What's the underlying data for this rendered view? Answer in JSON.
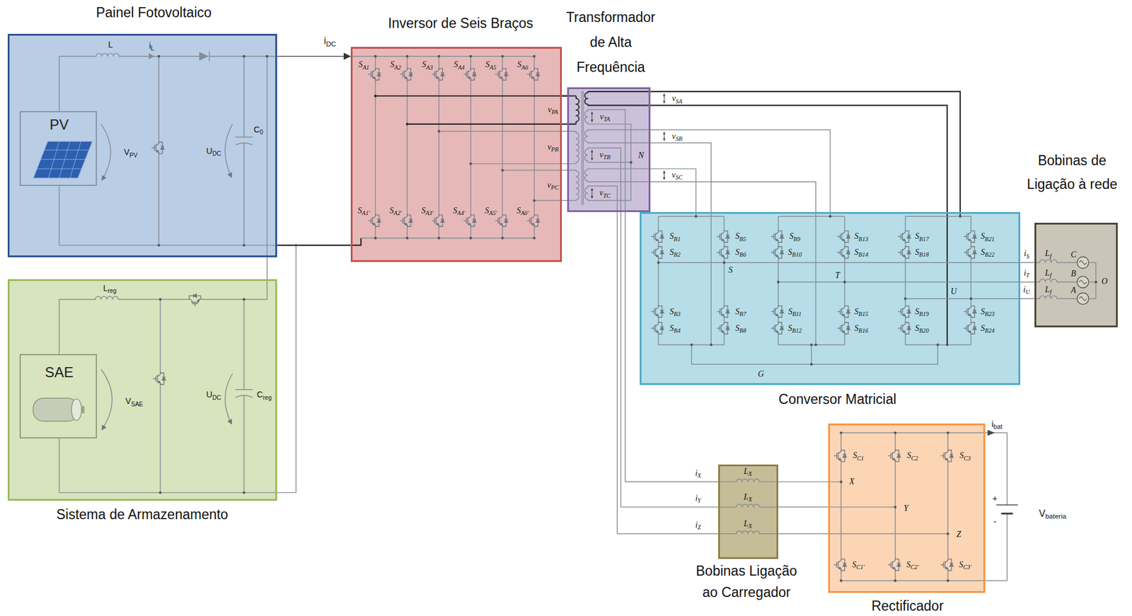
{
  "diagram": {
    "nodes": [
      {
        "text": [
          "Painel Fotovoltaico"
        ]
      },
      {
        "text": [
          "PV"
        ],
        "in": 0
      },
      {
        "text": [
          "Sistema de Armazenamento"
        ]
      },
      {
        "text": [
          "SAE"
        ],
        "in": 2
      },
      {
        "text": [
          "Inversor de Seis Braços"
        ]
      },
      {
        "text": [
          "Transformador de Alta Frequência"
        ]
      },
      {
        "text": [
          "Conversor Matricial"
        ]
      },
      {
        "text": [
          "Bobinas de Ligação à rede"
        ]
      },
      {
        "text": [
          "Bobinas Ligação ao Carregador"
        ]
      },
      {
        "text": [
          "Rectificador"
        ]
      }
    ],
    "edges": [
      {
        "from": 0,
        "to": 4,
        "arrow": "to",
        "label": "iDC"
      },
      {
        "from": 2,
        "to": 0,
        "arrow": "none"
      },
      {
        "from": 4,
        "to": 5,
        "arrow": "none"
      },
      {
        "from": 5,
        "to": 6,
        "arrow": "none"
      },
      {
        "from": 6,
        "to": 7,
        "arrow": "none"
      },
      {
        "from": 5,
        "to": 8,
        "arrow": "none"
      },
      {
        "from": 8,
        "to": 9,
        "arrow": "none"
      }
    ],
    "labels": [
      "L",
      "iL",
      "VPV",
      "UDC",
      "C0",
      "Lreg",
      "VSAE",
      "UDC",
      "Creg",
      "SA1",
      "SA2",
      "SA3",
      "SA4",
      "SA5",
      "SA6",
      "SA1'",
      "SA2'",
      "SA3'",
      "SA4'",
      "SA5'",
      "SA6'",
      "vPA",
      "vPB",
      "vPC",
      "vTA",
      "vTB",
      "vTC",
      "vSA",
      "vSB",
      "vSC",
      "N",
      "SB1",
      "SB2",
      "SB3",
      "SB4",
      "SB5",
      "SB6",
      "SB7",
      "SB8",
      "SB9",
      "SB10",
      "SB11",
      "SB12",
      "SB13",
      "SB14",
      "SB15",
      "SB16",
      "SB17",
      "SB18",
      "SB19",
      "SB20",
      "SB21",
      "SB22",
      "SB23",
      "SB24",
      "S",
      "T",
      "U",
      "G",
      "iS",
      "iT",
      "iU",
      "Lf",
      "Lf",
      "Lf",
      "C",
      "B",
      "A",
      "O",
      "iX",
      "iY",
      "iZ",
      "LX",
      "LX",
      "LX",
      "SC1",
      "SC2",
      "SC3",
      "SC1'",
      "SC2'",
      "SC3'",
      "X",
      "Y",
      "Z",
      "ibat",
      "+",
      "-",
      "Vbateria"
    ]
  }
}
